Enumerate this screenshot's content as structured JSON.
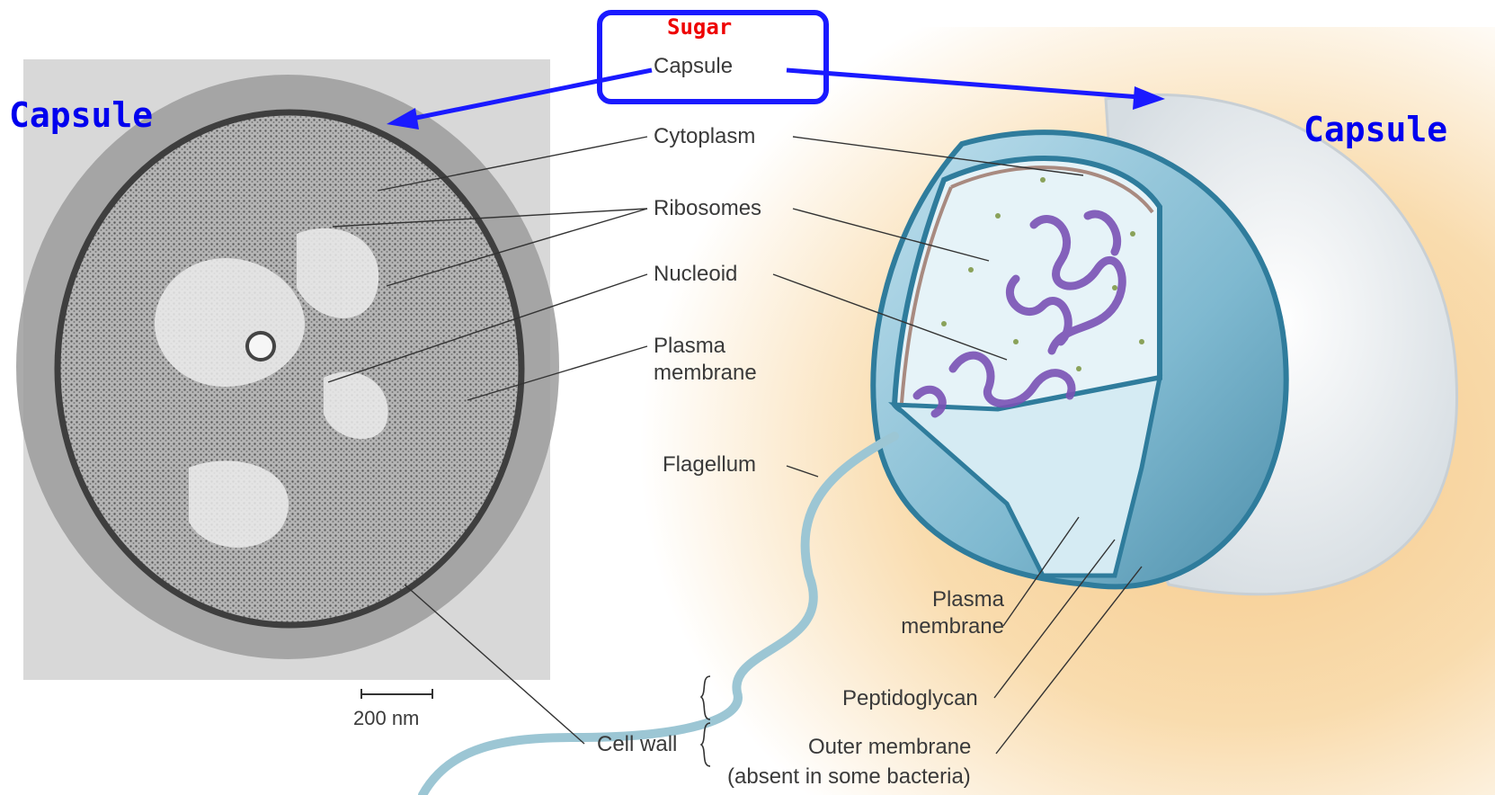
{
  "callout": {
    "sugar": "Sugar",
    "capsule_left": "Capsule",
    "capsule_right": "Capsule"
  },
  "labels": {
    "capsule": "Capsule",
    "cytoplasm": "Cytoplasm",
    "ribosomes": "Ribosomes",
    "nucleoid": "Nucleoid",
    "plasma_membrane_top": "Plasma membrane",
    "flagellum": "Flagellum",
    "plasma_membrane_bottom": "Plasma membrane",
    "peptidoglycan": "Peptidoglycan",
    "outer_membrane": "Outer membrane",
    "outer_membrane_note": "(absent in some bacteria)",
    "cell_wall": "Cell wall"
  },
  "scale_bar": {
    "label": "200 nm"
  },
  "colors": {
    "arrow": "#1a1aff",
    "sugar_text": "#ee0000",
    "blue_title": "#0000ee"
  }
}
